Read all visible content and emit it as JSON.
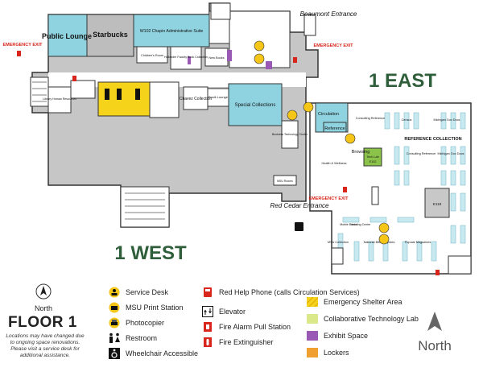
{
  "floor": {
    "title": "FLOOR 1",
    "north_label": "North",
    "note": "Locations may have changed due to ongoing space renovations. Please visit a service desk for additional assistance."
  },
  "wings": {
    "east": "1 EAST",
    "west": "1 WEST"
  },
  "rooms": {
    "public_lounge": "Public Lounge",
    "starbucks": "Starbucks",
    "chapin": "W102 Chapin Administrative Suite",
    "childrens_room": "Children's Room",
    "hollander": "Hollander Faculty Book Collection",
    "new_books": "New Books",
    "library_human_resources": "Library Human Resources",
    "chavez": "Chavez Collection",
    "brodt": "Brodt Lounge",
    "special_collections": "Special Collections",
    "business_technology": "Business Technology Center",
    "msu_rooms": "MSU Rooms",
    "circulation": "Circulation",
    "reference": "Reference",
    "browsing": "Browsing",
    "tech_lab": "Tech Lab",
    "tech_lab_room": "E102",
    "health": "Health & Wellness",
    "consulting_ref_top": "Consulting Reference",
    "census": "Census",
    "michigan_gov_top": "Michigan Gov Docs",
    "reference_collection": "REFERENCE COLLECTION",
    "consulting_ref": "Consulting Reference",
    "michigan_gov": "Michigan Gov Docs",
    "e118": "E118",
    "mobile_books": "Mobile Books",
    "vending": "Vending Center",
    "msu_collection": "MSU Collection",
    "national_bibliographies": "National Bibliographies",
    "popular_magazines": "Popular Magazines"
  },
  "entrances": {
    "beaumont": "Beaumont Entrance",
    "red_cedar": "Red Cedar Entrance",
    "emergency": "EMERGENCY EXIT"
  },
  "legend": {
    "service_desk": "Service Desk",
    "print_station": "MSU Print Station",
    "photocopier": "Photocopier",
    "restroom": "Restroom",
    "wheelchair": "Wheelchair Accessible",
    "red_phone": "Red Help Phone (calls Circulation Services)",
    "elevator": "Elevator",
    "fire_alarm": "Fire Alarm Pull Station",
    "fire_extinguisher": "Fire Extinguisher",
    "shelter": "Emergency Shelter Area",
    "collab_lab": "Collaborative Technology Lab",
    "exhibit": "Exhibit Space",
    "lockers": "Lockers"
  },
  "colors": {
    "wing_green": "#2f5e3a",
    "room_blue": "#8fd3e0",
    "corridor_gray": "#c7c7c7",
    "emergency_red": "#d9261c",
    "marker_yellow": "#f5c518",
    "exhibit_purple": "#9b59b6",
    "lockers_orange": "#f0a030",
    "collab_green": "#dbe88a"
  }
}
